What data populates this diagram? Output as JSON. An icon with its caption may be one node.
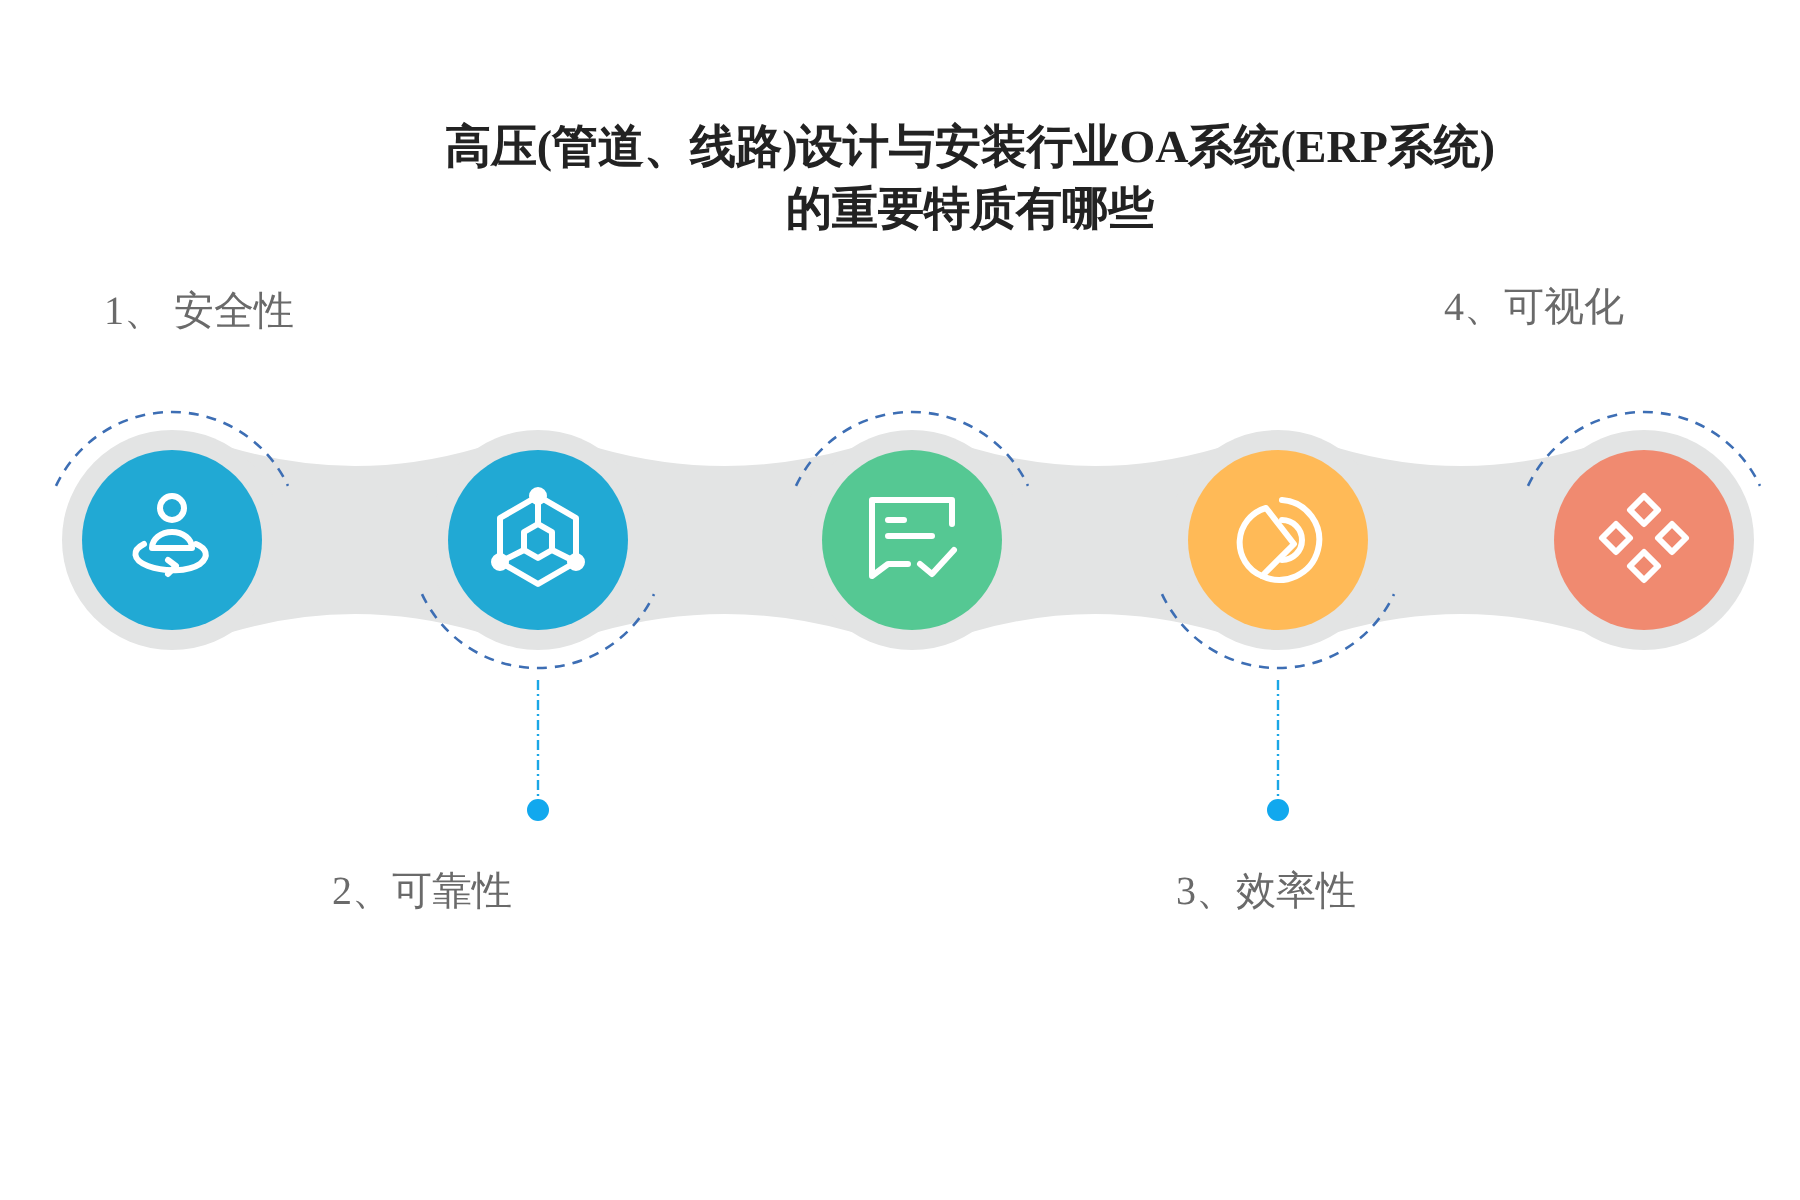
{
  "diagram": {
    "title": "高压(管道、线路)设计与安装行业OA系统(ERP系统) 的重要特质有哪些",
    "nodes": [
      {
        "text": [],
        "shape": "circle"
      },
      {
        "text": [],
        "shape": "circle"
      },
      {
        "text": [],
        "shape": "circle"
      },
      {
        "text": [],
        "shape": "circle"
      },
      {
        "text": [],
        "shape": "circle"
      }
    ],
    "labels": [
      "1、 安全性",
      "4、可视化",
      "2、可靠性",
      "3、效率性"
    ]
  }
}
